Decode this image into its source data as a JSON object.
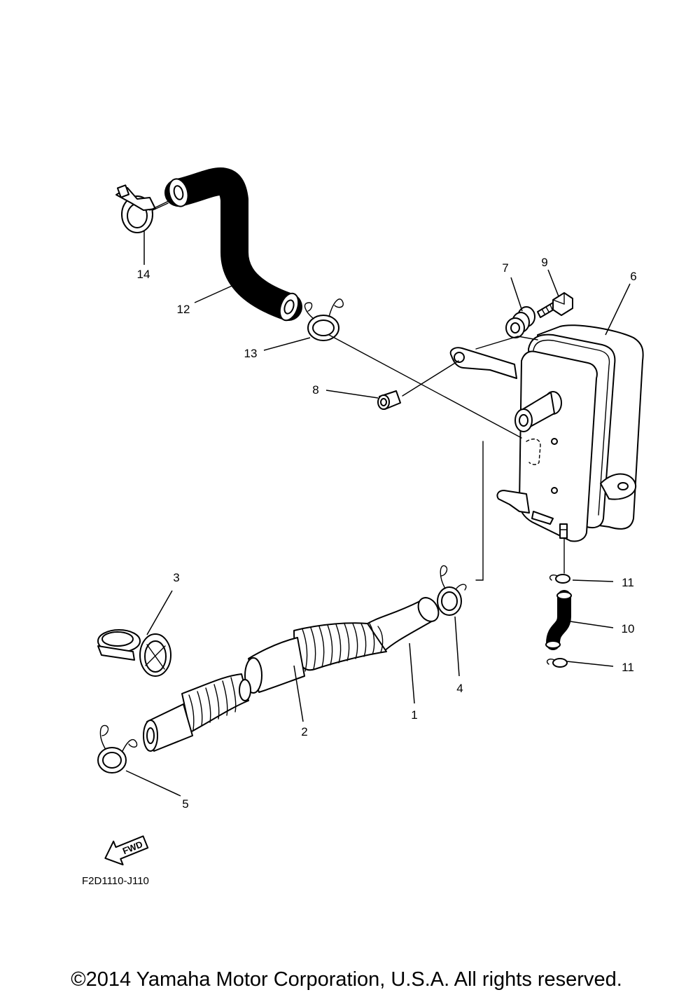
{
  "diagram_code": "F2D1110-J110",
  "copyright": "©2014 Yamaha Motor Corporation, U.S.A. All rights reserved.",
  "direction_label": "FWD",
  "callouts": [
    "1",
    "2",
    "3",
    "4",
    "5",
    "6",
    "7",
    "8",
    "9",
    "10",
    "11",
    "11",
    "12",
    "13",
    "14"
  ],
  "icons": {
    "direction_arrow": "fwd-arrow-icon"
  }
}
